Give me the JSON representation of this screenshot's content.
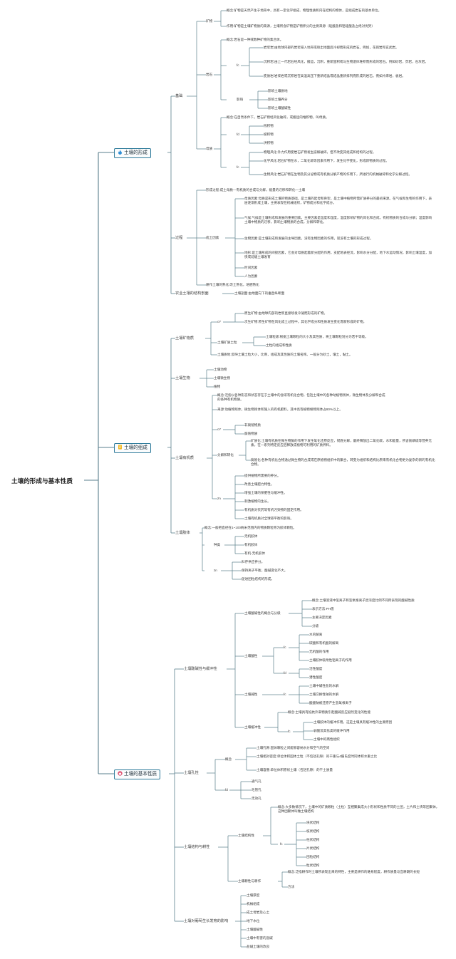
{
  "root": "土壤的形成与基本性质",
  "main1": {
    "label": "土壤的形成",
    "basis": "基础",
    "mineral": {
      "label": "矿物",
      "concept": "概念:矿物是天然产生于地壳中，具有一定化学组成、物理性质和内在结构的物体，是组成岩石的基本单位。",
      "role": "作用:矿物是土壤矿物质的来源，土壤所含矿物是矿物养分的主要来源（硅酸盐和铝硅酸盐占绝对优势）"
    },
    "rock": {
      "label": "岩石",
      "concept": "概念:岩石是一种或数种矿物的集合体。",
      "fc": "fc",
      "magma": "岩浆岩:由地球内部的岩浆侵入地壳或喷出地面后冷却而形成的岩石。例如，花岗岩和玄武岩。",
      "sedimentary": "沉积岩:由上一代岩石经风化，搬运，沉积，重新固积或与生物遗体堆积而形成的岩石。例如砂岩，页岩，石灰岩。",
      "metamorphic": "变质岩:岩浆岩或沉积岩在高温高压下重新结晶或结晶重新排列而形成的岩石。例如片麻岩，板岩。",
      "influence": "影响",
      "inf1": "影响土壤质地",
      "inf2": "影响土壤养分",
      "inf3": "影响土壤酸碱性"
    },
    "parent": {
      "label": "母质",
      "concept": "概念:在自然条件下，岩石矿物经风化破碎，或搬运的堆积物，叫母质。",
      "fd": "fd",
      "d1": "残积物",
      "d2": "坡积物",
      "d3": "洪积物",
      "fc": "fc",
      "physical": "物理风化:外力作用使岩石矿物发生崩解破碎，但不改变其组成和结构的过程。",
      "chemical": "化学风化:岩石矿物在水，二氧化碳等因素作用下，发生化学变化，形成新物质的过程。",
      "biological": "生物风化:岩石矿物在生物及其分泌物或有机质分解产物的作用下，所进行的机械破碎和化学分解过程。"
    },
    "process": {
      "label": "过程",
      "formation": "形成过程:成土母质—有机质的合成与分解，能量的迁移和转化—土壤",
      "factors": "成土因素",
      "f1": "母质因素:母质是形成土壤的物质基础，是土壤的起母和骨架，是土壤中植物所需矿质养分的最初来源。在气候和生物的作用下，表层逐渐形成土壤，主要表现在机械组织，矿物成分和化学成分。",
      "f2": "气候:气候是土壤形成和发展的重要因素，主要因素是温度和湿度，温度影响矿物的风化和合成，有机物质的合成与分解；湿度影响土壤中物质的迁移，影响土壤物质的合成，分解和转化。",
      "f3": "生物因素:是土壤形成和发展的主导因素，没有生物因素的作用，就没有土壤的形成过程。",
      "f4": "地形:是土壤形成的间接因素，它会对母质起着新分配的作用，支配地表径流，影响水分分配，地下水运动情况，影响土壤温度，加快或延缓土壤发育",
      "f5": "时间因素",
      "f6": "人为因素",
      "farm": "耕作土壤的熟化:改土熟化，培肥熟化"
    },
    "profile": {
      "label": "农业土壤的结构剖面",
      "desc": "土壤剖面:由地面向下的垂直纵断面"
    }
  },
  "main2": {
    "label": "土壤的组成",
    "mineral": {
      "label": "土壤矿物质",
      "cY": "cY",
      "primary": "原生矿物:由地球内部的岩浆直接喷发冷凝而形成的矿物。",
      "secondary": "次生矿物:原生矿物在风化成土过程中，其化学成分和性质发生变化而新形成的矿物。",
      "particle": "土壤矿质土粒",
      "p1": "土壤粒级:根据土壤颗粒的大小及其性质，将土壤颗粒划分为若干等级。",
      "p2": "土粒的组成和性质",
      "texture": "土壤质地:反映土壤土粒大小，比例，组成及其性质的土壤名称。一般分为砂土，壤土，黏土。"
    },
    "bio": {
      "label": "土壤生物",
      "b1": "土壤动物",
      "b2": "土壤微生物",
      "b3": "植物"
    },
    "organic": {
      "label": "土壤有机质",
      "concept": "概念:泛指以各种形态和状态存在于土壤中的含碳有机化合物，包括土壤中的各种动植物残体，微生物体及分解和合成的各种有机物质。",
      "source": "来源:动植物残体，微生物残体和施入的有机肥料，其中高等植物根物残体占80%以上。",
      "cY": "cY",
      "c1": "非腐殖物质",
      "c2": "腐殖物质",
      "decomp": "分解和转化",
      "mineralization": "矿质化:土壤有机质在微生物酶的作用下发生氧化还原反应，彻底分解，最终释放出二氧化碳，水和能量，所含氮磷硫等营养元素，在一系列特定反应后释放成植物可利用的矿质养料。",
      "humification": "腐殖化:各种有机化合物通过微生物的合成或在原植物组织中的聚合，转变为组织和结构比原来有机化合物更为复杂的新的有机化合物。",
      "zn": "zn",
      "z1": "提供植物所需要的养分。",
      "z2": "改善土壤肥力特性。",
      "z3": "增强土壤的保肥性与缓冲性。",
      "z4": "刺激植物的生长。",
      "z5": "有机质对农药等有机污染物的固定作用。",
      "z6": "土壤有机质对全球碳平衡的影响。"
    },
    "colloid": {
      "label": "土壤胶体",
      "concept": "概念:一般把直径在1~100纳米范围内的物质颗粒称为胶体颗粒。",
      "kinds": "种类",
      "k1": "无机胶体",
      "k2": "有机胶体",
      "k3": "有机-无机胶体",
      "zn": "zn",
      "z1": "贮存供应养分。",
      "z2": "保持离子平衡，酸碱变化不大。",
      "z3": "促进团粒结构的形成。"
    }
  },
  "main3": {
    "label": "土壤的基本性质",
    "acid": {
      "label": "土壤酸碱性与缓冲性",
      "concept_group": "土壤酸碱性的概念与分级",
      "c1": "概念:土壤溶液中氢离子和氢氧根离子因浓度比例不同所表现的酸碱性质",
      "c2": "表示方法:PH值",
      "c3": "主要决定因素",
      "c4": "分级",
      "acidity": "土壤酸性",
      "fc": "fc",
      "a1": "水的解离",
      "a2": "碳酸和有机酸的解离",
      "a3": "无机酸的作用",
      "a4": "土壤胶体吸附性铝离子的作用",
      "fd": "fd",
      "a5": "活性酸度",
      "a6": "潜性酸度",
      "alkalinity": "土壤碱性",
      "fc2": "fc",
      "k1": "土壤中碱性盐的水解",
      "k2": "土壤交换性钠的水解",
      "k3": "酸酸钠被还原产生氢氧根离子",
      "buffer": "土壤缓冲性",
      "b_concept": "概念:土壤具有抵抗外来物质引起酸碱反应剧烈变化的性能",
      "fc3": "fc",
      "b1": "土壤胶体的缓冲作用，这是土壤具有缓冲性的主要原因",
      "b2": "弱酸及其盐类的缓冲作用",
      "b3": "土壤中的两性组织"
    },
    "pore": {
      "label": "土壤孔性",
      "concept": "概念",
      "c1": "土壤孔隙:固体颗粒之间能够容纳水分和空气的空间",
      "c2": "土壤相对密度:单位体积固体土粒（不包括孔隙）的干重与4摄氏度时同体积水重之比",
      "c3": "土壤容重:单位体积原状土壤（包括孔隙）的干土质量",
      "fd": "fd",
      "p1": "通气孔",
      "p2": "毛管孔",
      "p3": "无效孔"
    },
    "structure": {
      "label": "土壤结构与耕性",
      "struct": "土壤结构性",
      "concept": "概念:大多数情况下，土壤中的矿质颗粒（土粒）互相聚集成大小形状和性质不同的土团，土片和土块等团聚体，这种团聚体叫做土壤结构",
      "fc": "fc",
      "s1": "块状结构",
      "s2": "核状结构",
      "s3": "柱状结构",
      "s4": "片状结构",
      "s5": "团粒结构",
      "s6": "粒状结构",
      "tillage": "土壤耕性与耕作",
      "t_concept": "概念:泛指耕作时土壤所表现出来的特性，主要是耕作的难易程度，耕作质量与宜耕期的长短",
      "method": "方法"
    },
    "grape": {
      "label": "土壤对葡萄生长发育的影响",
      "g1": "土壤厚度",
      "g2": "机械组成",
      "g3": "成土母岩及心土",
      "g4": "地下水位",
      "g5": "土壤酸碱性",
      "g6": "土壤中有害的盐碱",
      "g7": "盐碱土壤的改良"
    }
  },
  "colors": {
    "wire": "#5a7f8c",
    "accent": "#2d7a9a",
    "fire": "#e0553a",
    "sun": "#f1b71c",
    "home": "#e05575"
  }
}
